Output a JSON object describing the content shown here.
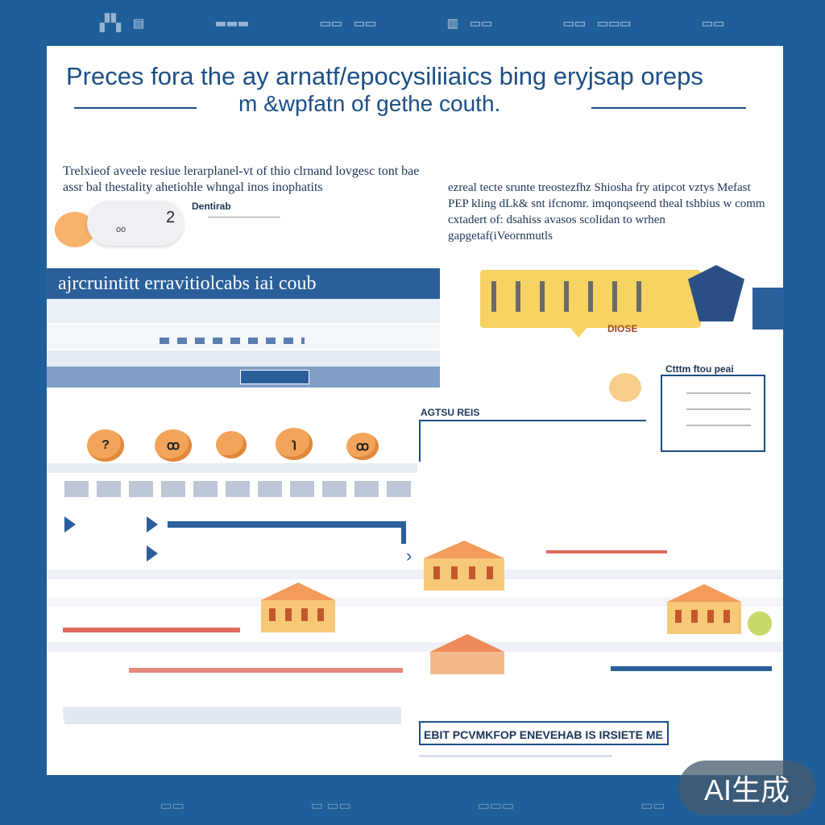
{
  "header": {
    "title_line1": "Preces fora the ay arnatf/epocysiliiaics bing eryjsap oreps",
    "title_line2": "m &wpfatn of gethe couth."
  },
  "intro": {
    "left_text": "Trelxieof aveele resiue lerarplanel-vt of thio clrnand lovgesc tont bae",
    "left_text2": "assr bal thestality ahetiohle whngal inos inophatits",
    "label_denti": "Dentirab",
    "counter_value": "2",
    "counter_small": "oo",
    "right_text": "ezreal tecte srunte treostezfhz Shiosha fry atipcot vztys Mefast PEP kling dLk& snt ifcnomr. imqonqseend theal tshbius w comm cxtadert of: dsahiss avasos scolidan to wrhen gapgetaf(iVeornmutls"
  },
  "banner": {
    "text": "ajrcruintitt erravitiolcabs iai coub"
  },
  "labels": {
    "badge_mid": "DIOSE",
    "card_right": "Ctttm ftou peai",
    "mini_box": "AGTSU REIS",
    "bottom_box": "EBIT PCVMKFOP ENEVEHAB IS IRSIETE ME"
  },
  "watermark": {
    "text": "AI生成"
  },
  "colors": {
    "background": "#1f5f99",
    "panel": "#ffffff",
    "accent_blue": "#1b4f86",
    "accent_yellow": "#f6d363",
    "accent_orange": "#f2a55a"
  }
}
